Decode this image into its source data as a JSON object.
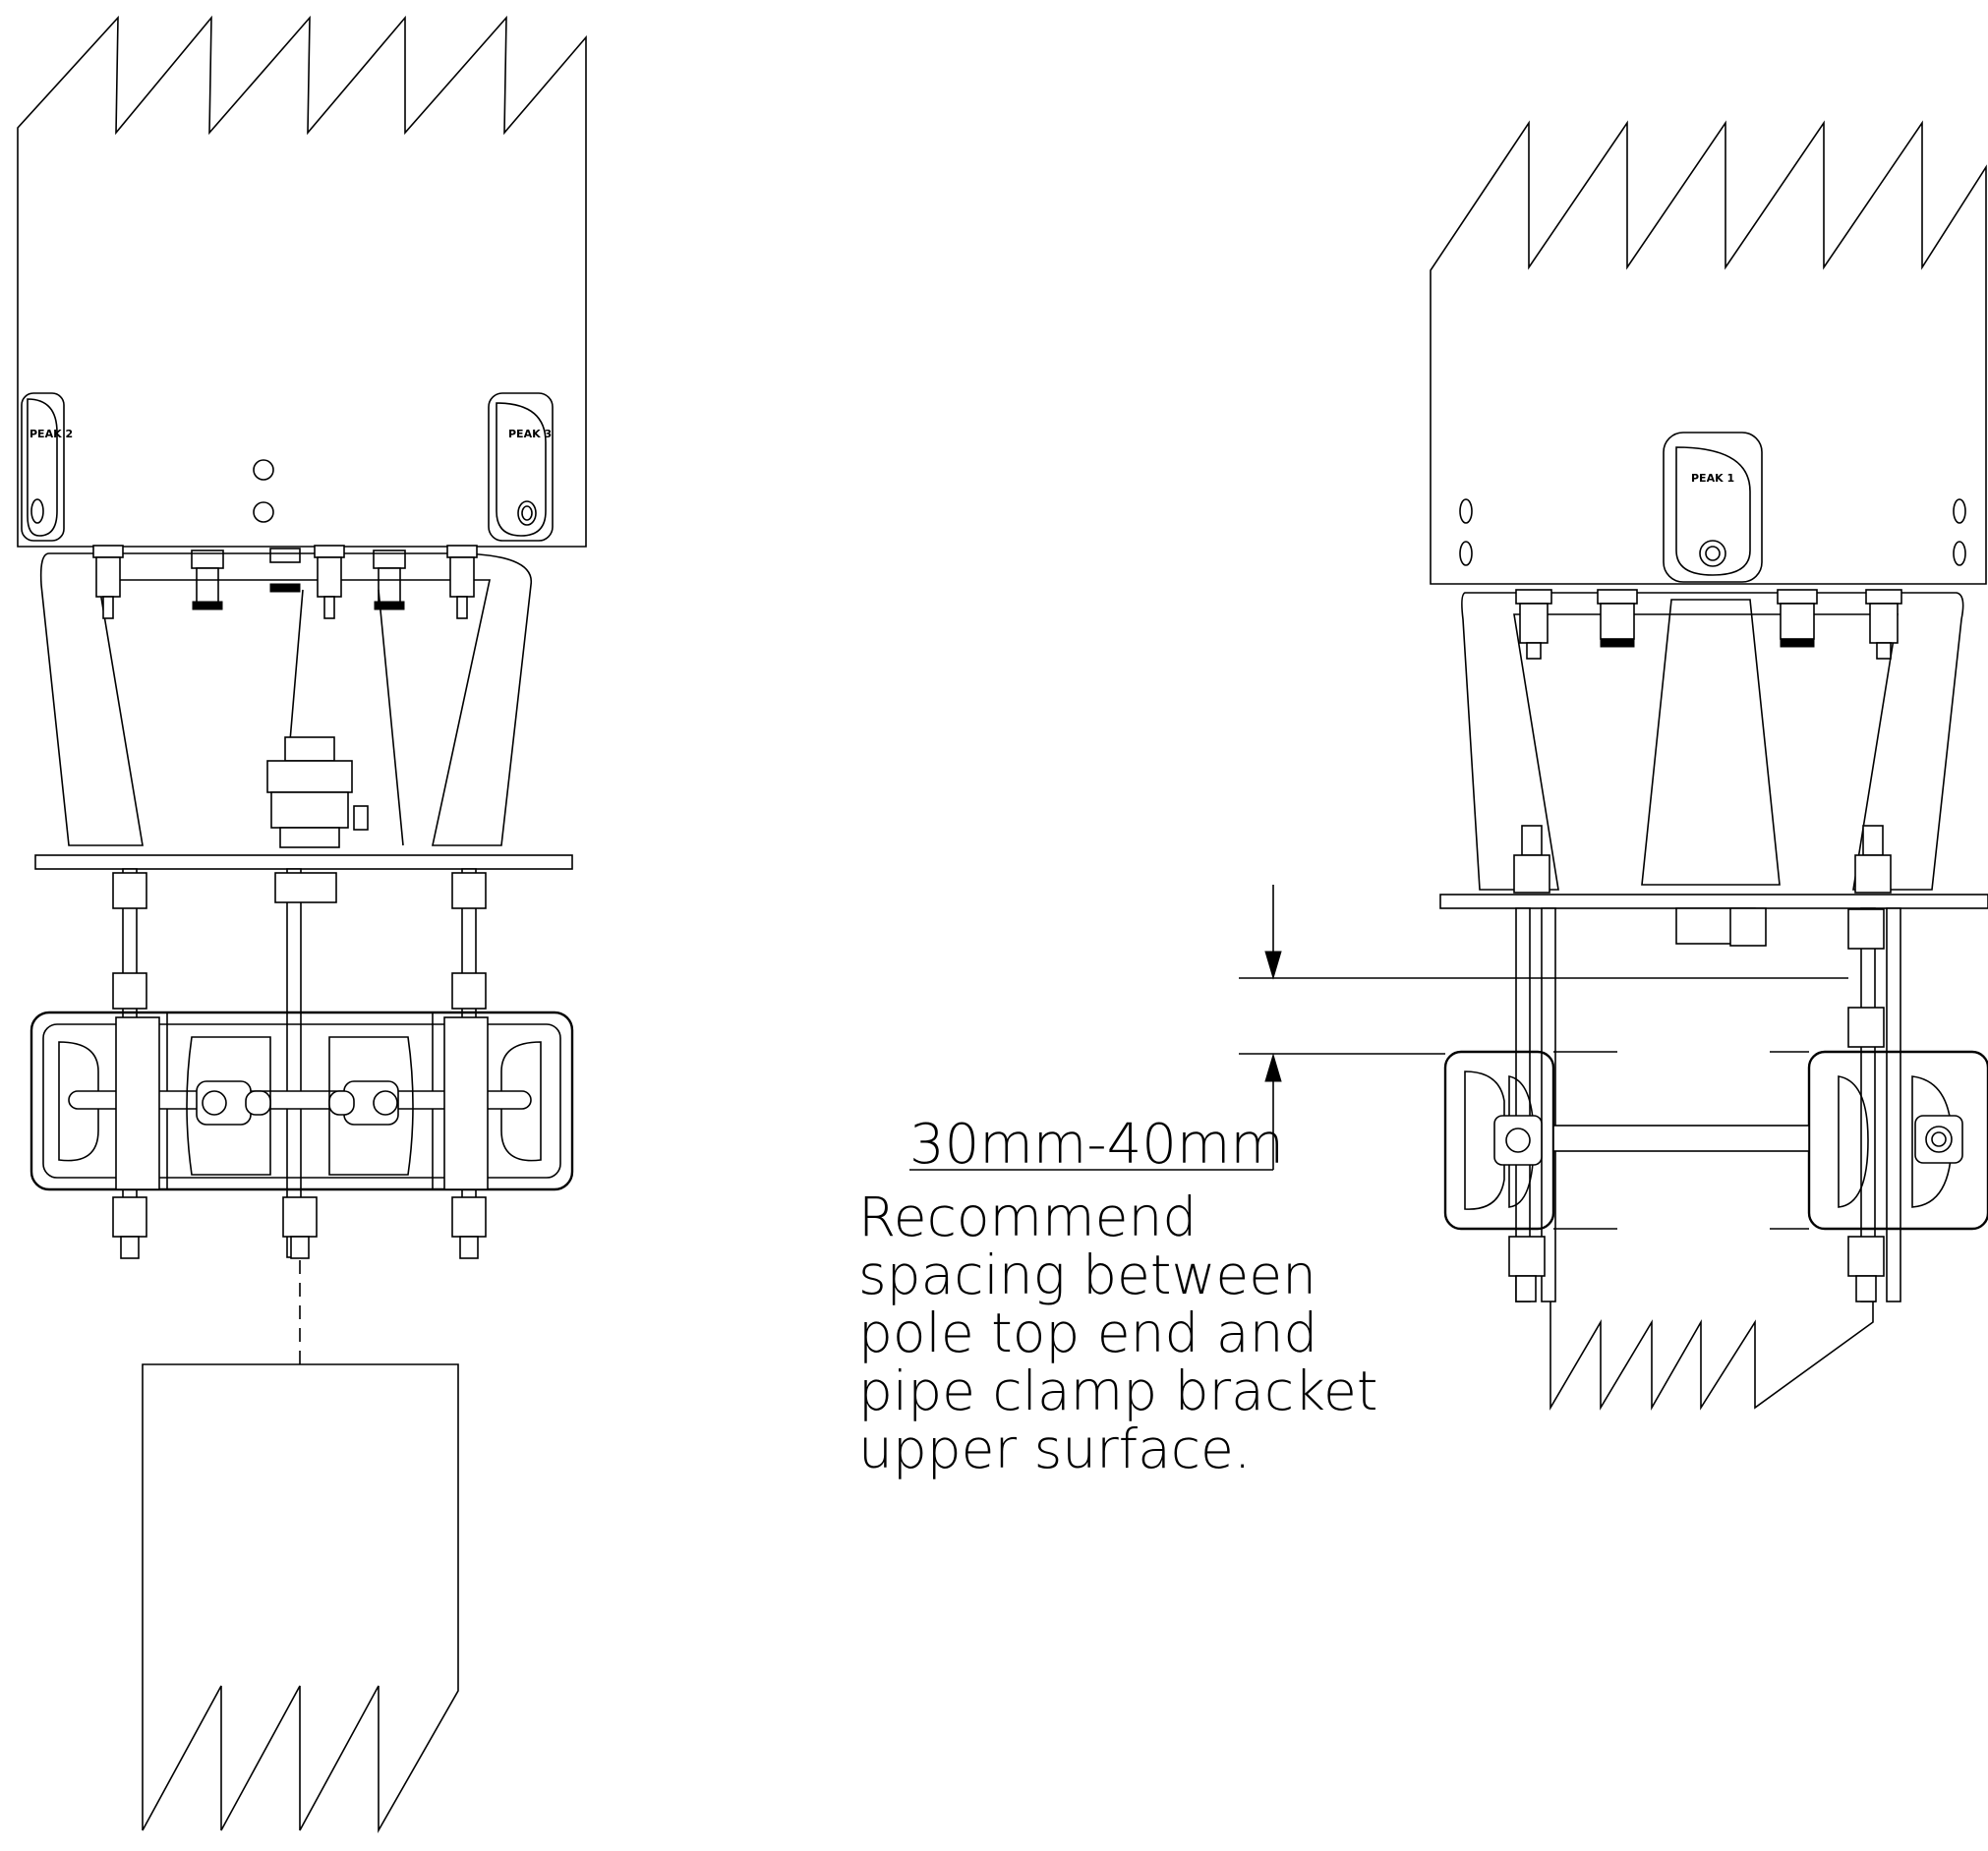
{
  "dimension": {
    "value_text": "30mm-40mm"
  },
  "note": {
    "lines": [
      "Recommend",
      "spacing between",
      "pole top end and",
      "pipe clamp bracket",
      "upper surface."
    ]
  },
  "port_labels": {
    "left_view_left": "PEAK 2",
    "left_view_right": "PEAK 3",
    "right_view_center": "PEAK 1"
  }
}
